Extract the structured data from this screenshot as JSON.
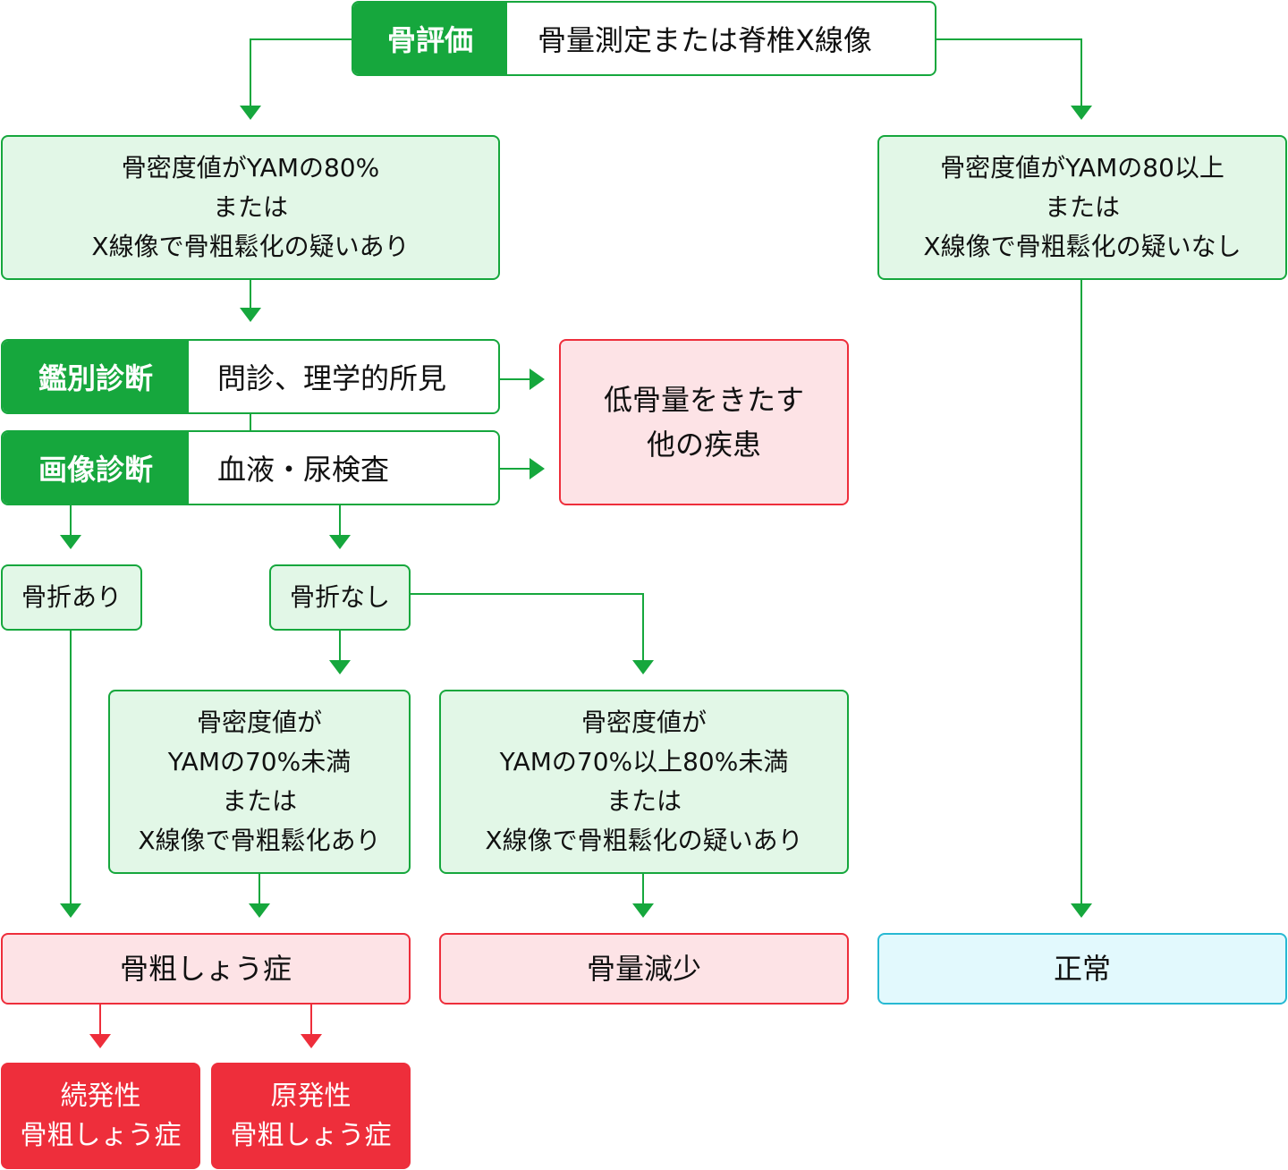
{
  "colors": {
    "green": "#16a73d",
    "green_fill": "#e2f7e7",
    "red": "#ee2e3b",
    "pink_fill": "#fde3e6",
    "cyan": "#27b9d3",
    "cyan_fill": "#e2f9fd"
  },
  "top": {
    "label": "骨評価",
    "value": "骨量測定または脊椎X線像"
  },
  "left_criteria": {
    "lines": [
      "骨密度値がYAMの80%",
      "または",
      "X線像で骨粗鬆化の疑いあり"
    ]
  },
  "right_criteria": {
    "lines": [
      "骨密度値がYAMの80以上",
      "または",
      "X線像で骨粗鬆化の疑いなし"
    ]
  },
  "diff_dx": {
    "label": "鑑別診断",
    "value": "問診、理学的所見"
  },
  "img_dx": {
    "label": "画像診断",
    "value": "血液・尿検査"
  },
  "other_disease": {
    "lines": [
      "低骨量をきたす",
      "他の疾患"
    ]
  },
  "fracture_yes": {
    "text": "骨折あり"
  },
  "fracture_no": {
    "text": "骨折なし"
  },
  "under70": {
    "lines": [
      "骨密度値が",
      "YAMの70%未満",
      "または",
      "X線像で骨粗鬆化あり"
    ]
  },
  "between": {
    "lines": [
      "骨密度値が",
      "YAMの70%以上80%未満",
      "または",
      "X線像で骨粗鬆化の疑いあり"
    ]
  },
  "osteoporosis": {
    "text": "骨粗しょう症"
  },
  "osteopenia": {
    "text": "骨量減少"
  },
  "normal": {
    "text": "正常"
  },
  "secondary": {
    "lines": [
      "続発性",
      "骨粗しょう症"
    ]
  },
  "primary": {
    "lines": [
      "原発性",
      "骨粗しょう症"
    ]
  }
}
